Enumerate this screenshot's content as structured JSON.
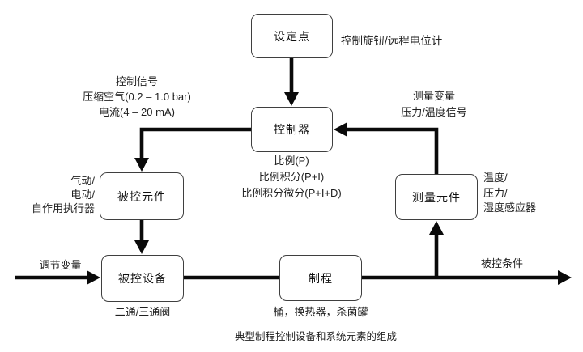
{
  "diagram": {
    "caption": "典型制程控制设备和系统元素的组成",
    "nodes": {
      "setpoint": "设定点",
      "controller": "控制器",
      "final_control_element": "被控元件",
      "measuring_element": "测量元件",
      "controlled_device": "被控设备",
      "process": "制程"
    },
    "labels": {
      "setpoint_note": "控制旋钮/远程电位计",
      "control_signal_lines": [
        "控制信号",
        "压缩空气(0.2 – 1.0 bar)",
        "电流(4 – 20 mA)"
      ],
      "measured_variable_lines": [
        "测量变量",
        "压力/温度信号"
      ],
      "control_mode_lines": [
        "比例(P)",
        "比例积分(P+I)",
        "比例积分微分(P+I+D)"
      ],
      "actuator_lines": [
        "气动/",
        "电动/",
        "自作用执行器"
      ],
      "sensor_lines": [
        "温度/",
        "压力/",
        "湿度感应器"
      ],
      "manipulated_variable": "调节变量",
      "valve_note": "二通/三通阀",
      "process_examples": "桶，换热器，杀菌罐",
      "controlled_condition": "被控条件"
    },
    "colors": {
      "arrow": "#0a0a0a",
      "box_border": "#3f3f3f",
      "text": "#1f1f1f",
      "background": "#ffffff"
    }
  }
}
